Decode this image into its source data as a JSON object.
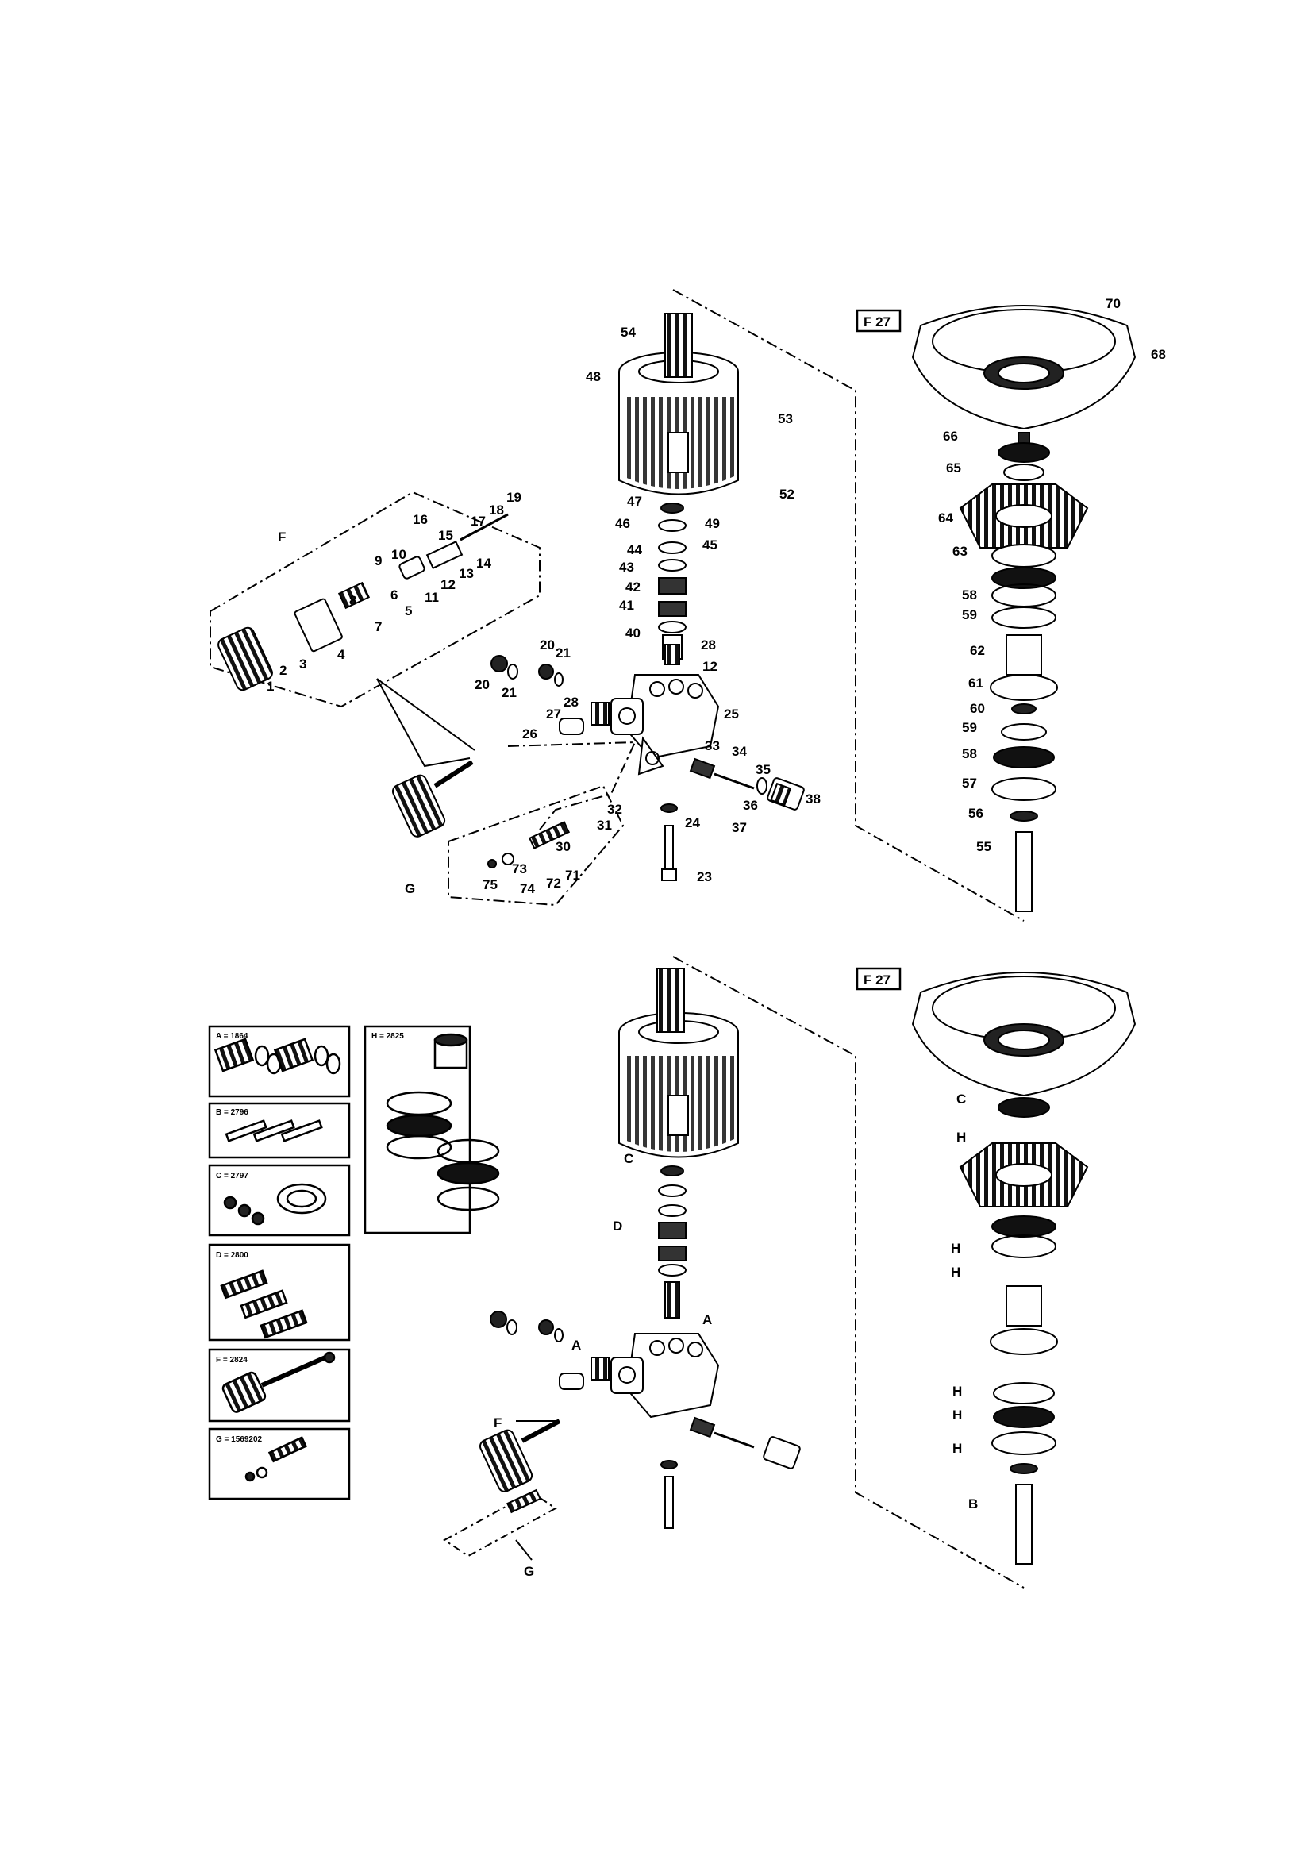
{
  "figure_tag": "F 27",
  "upper": {
    "callouts": [
      "1",
      "2",
      "3",
      "4",
      "5",
      "6",
      "7",
      "8",
      "9",
      "10",
      "11",
      "12",
      "13",
      "14",
      "15",
      "16",
      "17",
      "18",
      "19",
      "20",
      "21",
      "23",
      "24",
      "25",
      "26",
      "27",
      "28",
      "30",
      "31",
      "32",
      "33",
      "34",
      "35",
      "36",
      "37",
      "38",
      "40",
      "41",
      "42",
      "43",
      "44",
      "45",
      "46",
      "47",
      "48",
      "49",
      "52",
      "53",
      "54",
      "55",
      "56",
      "57",
      "58",
      "59",
      "60",
      "61",
      "62",
      "63",
      "64",
      "65",
      "66",
      "68",
      "70",
      "71",
      "72",
      "73",
      "74",
      "75"
    ],
    "group_labels": [
      "F",
      "G"
    ]
  },
  "lower": {
    "kit_labels": [
      "C",
      "H",
      "C",
      "D",
      "A",
      "A",
      "F",
      "G",
      "H",
      "H",
      "H",
      "H",
      "H",
      "B"
    ]
  },
  "kits": [
    {
      "id": "A",
      "label": "A = 1864"
    },
    {
      "id": "B",
      "label": "B = 2796"
    },
    {
      "id": "C",
      "label": "C = 2797"
    },
    {
      "id": "D",
      "label": "D = 2800"
    },
    {
      "id": "F",
      "label": "F = 2824"
    },
    {
      "id": "G",
      "label": "G = 1569202"
    },
    {
      "id": "H",
      "label": "H = 2825"
    }
  ]
}
